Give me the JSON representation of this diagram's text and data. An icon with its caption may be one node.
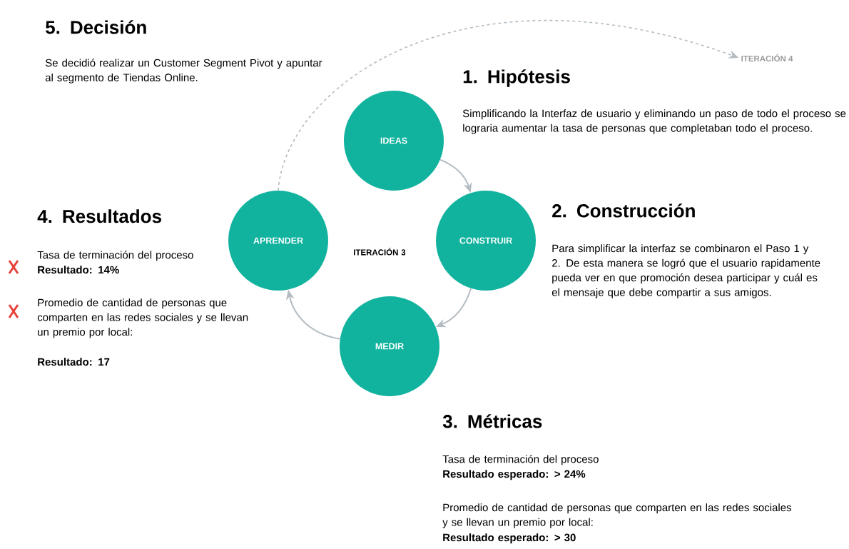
{
  "diagram": {
    "nodes": [
      {
        "text": [
          "IDEAS"
        ]
      },
      {
        "text": [
          "CONSTRUIR"
        ]
      },
      {
        "text": [
          "MEDIR"
        ]
      },
      {
        "text": [
          "APRENDER"
        ]
      },
      {
        "text": [
          "ITERACIÓN 4"
        ]
      }
    ],
    "edges": [
      {
        "from": 0,
        "to": 1,
        "arrow": "to"
      },
      {
        "from": 1,
        "to": 2,
        "arrow": "to"
      },
      {
        "from": 2,
        "to": 3,
        "arrow": "to"
      },
      {
        "from": 3,
        "to": 4,
        "arrow": "to",
        "style": "dashed"
      }
    ],
    "labels": [
      "5. Decisión",
      "Se decidió realizar un Customer Segment Pivot y apuntar al segmento de Tiendas Online.",
      "1. Hipótesis",
      "Simplificando la Interfaz de usuario y eliminando un paso de todo el proceso se lograria aumentar la tasa de personas que completaban todo el proceso.",
      "2. Construcción",
      "Para simplificar la interfaz se combinaron el Paso 1 y 2. De esta manera se logró que el usuario rapidamente pueda ver en que promoción desea participar y cuál es el mensaje que debe compartir a sus amigos.",
      "ITERACIÓN 3",
      "4. Resultados",
      "Tasa de terminación del proceso",
      "Resultado: 14%",
      "Promedio de cantidad de personas que comparten en las redes sociales y se llevan un premio por local:",
      "Resultado: 17",
      "3. Métricas",
      "Tasa de terminación del proceso",
      "Resultado esperado: > 24%",
      "Promedio de cantidad de personas que comparten en las redes sociales y se llevan un premio por local:",
      "Resultado esperado: > 30"
    ]
  }
}
